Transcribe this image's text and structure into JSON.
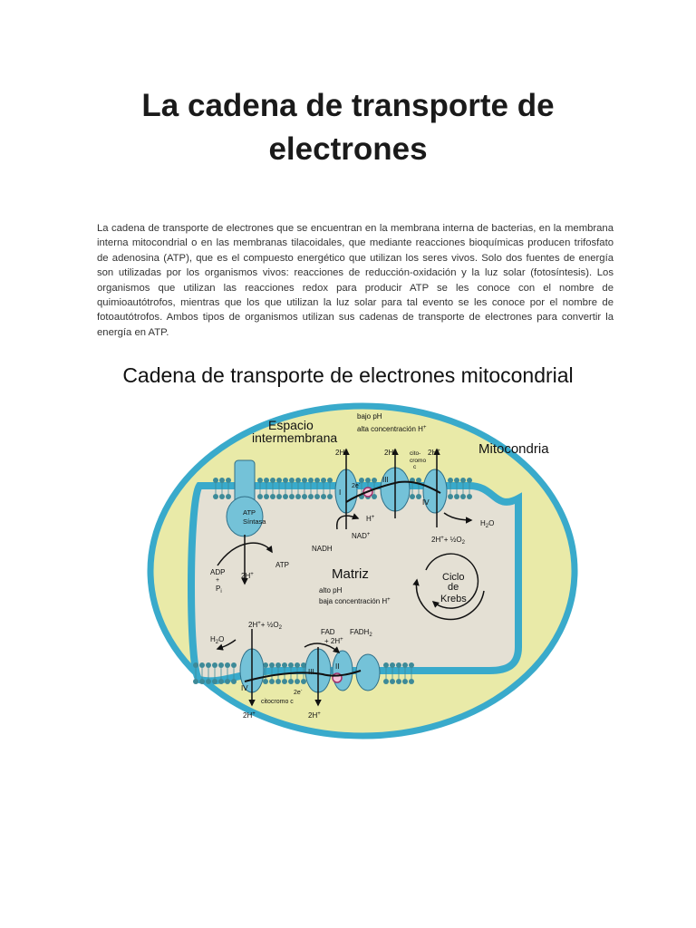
{
  "page": {
    "title": "La cadena de transporte de electrones",
    "body": "La cadena de transporte de electrones que se encuentran en la membrana interna de bacterias, en la membrana interna mitocondrial  o en las membranas tilacoidales, que mediante reacciones bioquímicas producen trifosfato de adenosina (ATP), que es el compuesto energético que utilizan los seres vivos. Solo dos fuentes de energía son utilizadas por los organismos vivos: reacciones de reducción-oxidación y la luz solar (fotosíntesis). Los organismos que utilizan las reacciones redox para producir ATP se les conoce con el nombre de quimioautótrofos, mientras que los que utilizan la luz solar para tal evento se les conoce por el nombre de fotoautótrofos. Ambos tipos de organismos utilizan sus cadenas de transporte de electrones para convertir la energía en ATP."
  },
  "diagram": {
    "title": "Cadena de transporte de electrones mitocondrial",
    "labels": {
      "mitocondria": "Mitocondria",
      "espacio_1": "Espacio",
      "espacio_2": "intermembrana",
      "bajo_ph": "bajo pH",
      "alta_conc": "alta concentración H",
      "h_plus": "+",
      "two_h": "2H",
      "cito_1": "cito-",
      "cito_2": "cromo",
      "cito_3": "c",
      "complex_1": "I",
      "complex_2": "II",
      "complex_3": "III",
      "complex_4": "IV",
      "two_e": "2e",
      "minus": "-",
      "atp_sintasa_1": "ATP",
      "atp_sintasa_2": "Síntasa",
      "h_text": "H",
      "nad": "NAD",
      "nadh": "NADH",
      "h2o": "H",
      "h2o_sub": "2",
      "h2o_o": "O",
      "half_o2": "½O",
      "o2_sub": "2",
      "plus": "+",
      "adp": "ADP",
      "pi": "P",
      "pi_sub": "i",
      "atp": "ATP",
      "matriz": "Matriz",
      "alto_ph": "alto pH",
      "baja_conc": "baja concentración H",
      "ciclo_1": "Ciclo",
      "ciclo_2": "de",
      "ciclo_3": "Krebs",
      "fad": "FAD",
      "fad_plus_2h": "+ 2H",
      "fadh": "FADH",
      "fadh_sub": "2",
      "citocromo": "citocromo c"
    },
    "colors": {
      "outer": "#e9eaa8",
      "membrane": "#39aacb",
      "matrix": "#e4e0d4",
      "protein": "#74c2d8",
      "protein_stroke": "#2f6f88",
      "lipid_head": "#3d8a98"
    }
  }
}
